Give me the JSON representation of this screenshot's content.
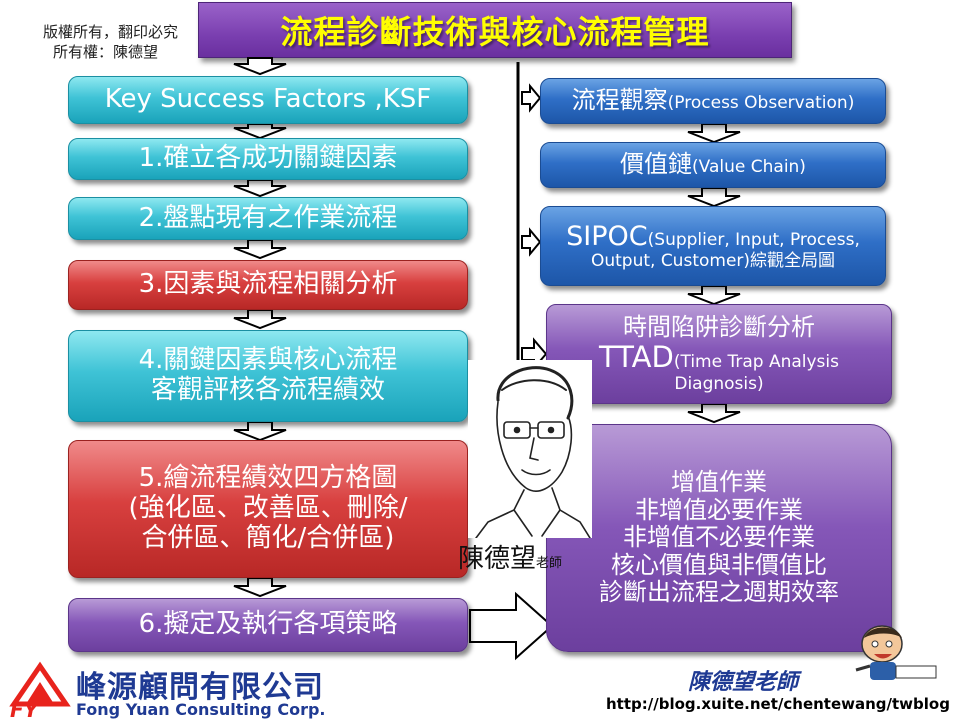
{
  "copyright": {
    "line1": "版權所有，翻印必究",
    "line2": "所有權：陳德望"
  },
  "title": "流程診斷技術與核心流程管理",
  "left_steps": {
    "ksf": "Key Success Factors ,KSF",
    "step1": "1.確立各成功關鍵因素",
    "step2": "2.盤點現有之作業流程",
    "step3": "3.因素與流程相關分析",
    "step4_line1": "4.關鍵因素與核心流程",
    "step4_line2": "客觀評核各流程績效",
    "step5_line1": "5.繪流程績效四方格圖",
    "step5_line2": "(強化區、改善區、刪除/",
    "step5_line3": "合併區、簡化/合併區)",
    "step6": "6.擬定及執行各項策略"
  },
  "right_steps": {
    "observe_main": "流程觀察",
    "observe_sub": "(Process Observation)",
    "value_main": "價值鏈",
    "value_sub": "(Value Chain)",
    "sipoc_main": "SIPOC",
    "sipoc_sub1": "(Supplier, Input, Process,",
    "sipoc_sub2": "Output, Customer)綜觀全局圖",
    "ttad_line1": "時間陷阱診斷分析",
    "ttad_main": "TTAD",
    "ttad_sub1": "(Time Trap Analysis",
    "ttad_sub2": "Diagnosis)",
    "result_line1": "增值作業",
    "result_line2": "非增值必要作業",
    "result_line3": "非增值不必要作業",
    "result_line4": "核心價值與非價值比",
    "result_line5": "診斷出流程之週期效率"
  },
  "portrait": {
    "name": "陳德望",
    "title": "老師"
  },
  "logo": {
    "mark": "FY",
    "chinese": "峰源顧問有限公司",
    "english": "Fong Yuan Consulting Corp."
  },
  "teacher_badge": "陳德望老師",
  "blog_url": "http://blog.xuite.net/chentewang/twblog",
  "colors": {
    "teal": "#3fc3d6",
    "red": "#d8403f",
    "purple": "#8557b8",
    "blue": "#2f6fc7",
    "title_text": "#ffff00",
    "logo_red": "#e8231c",
    "logo_blue": "#1f3a93"
  }
}
